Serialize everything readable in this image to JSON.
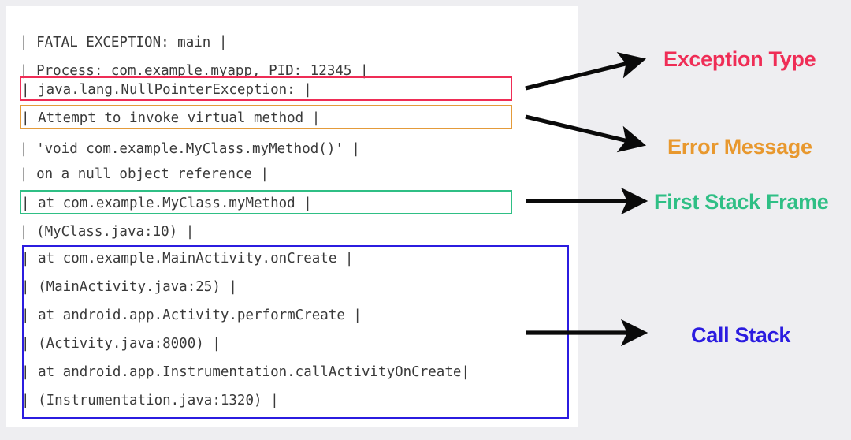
{
  "page": {
    "background_color": "#eeeef1",
    "card_background_color": "#ffffff"
  },
  "log": {
    "lines": [
      {
        "text": "| FATAL EXCEPTION: main |",
        "boxed": false
      },
      {
        "text": "| Process: com.example.myapp, PID: 12345 |",
        "boxed": false
      },
      {
        "text": "| java.lang.NullPointerException: |",
        "boxed": true
      },
      {
        "text": "| Attempt to invoke virtual method |",
        "boxed": true
      },
      {
        "text": "| 'void com.example.MyClass.myMethod()' |",
        "boxed": false
      },
      {
        "text": "| on a null object reference |",
        "boxed": false
      },
      {
        "text": "| at com.example.MyClass.myMethod |",
        "boxed": true
      },
      {
        "text": "| (MyClass.java:10) |",
        "boxed": false
      },
      {
        "text": "| at com.example.MainActivity.onCreate |",
        "boxed": true
      },
      {
        "text": "| (MainActivity.java:25) |",
        "boxed": true
      },
      {
        "text": "| at android.app.Activity.performCreate |",
        "boxed": true
      },
      {
        "text": "| (Activity.java:8000) |",
        "boxed": true
      },
      {
        "text": "| at android.app.Instrumentation.callActivityOnCreate|",
        "boxed": true
      },
      {
        "text": "| (Instrumentation.java:1320) |",
        "boxed": true
      }
    ]
  },
  "annotations": [
    {
      "id": "exception-type",
      "label": "Exception Type",
      "color": "#ef2d56"
    },
    {
      "id": "error-message",
      "label": "Error Message",
      "color": "#e8982e"
    },
    {
      "id": "first-stack-frame",
      "label": "First Stack Frame",
      "color": "#2fbf85"
    },
    {
      "id": "call-stack",
      "label": "Call Stack",
      "color": "#2b1ce0"
    }
  ],
  "highlights": {
    "exception_type_color": "#ef2d56",
    "error_message_color": "#e49b3a",
    "first_stack_frame_color": "#2fbf85",
    "call_stack_color": "#2b1ce0"
  }
}
